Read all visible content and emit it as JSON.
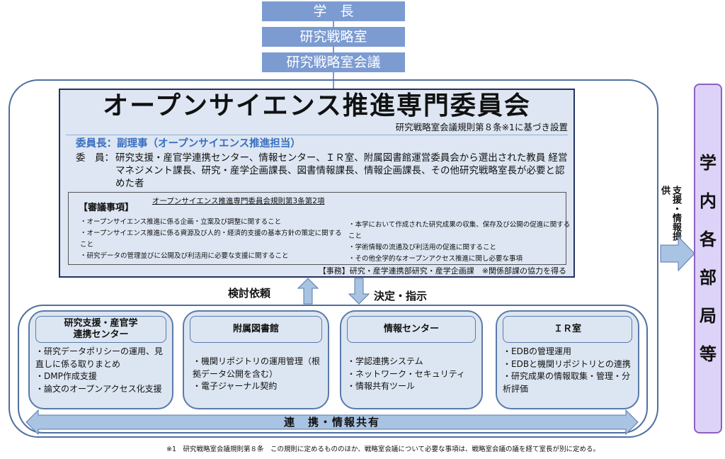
{
  "hierarchy": [
    "学　長",
    "研究戦略室",
    "研究戦略室会議"
  ],
  "committee": {
    "title": "オープンサイエンス推進専門委員会",
    "subtitle": "研究戦略室会議規則第８条※1に基づき設置",
    "chair": "委員長：副理事（オープンサイエンス推進担当）",
    "members_label": "委　員：",
    "members_text": "研究支援・産官学連携センター、情報センター、ＩＲ室、附属図書館運営委員会から選出された教員 経営マネジメント課長、研究・産学企画課長、図書情報課長、情報企画課長、その他研究戦略室長が必要と認めた者",
    "deliberation_heading": "【審議事項】",
    "deliberation_rule": "オープンサイエンス推進専門委員会規則第3条第2項",
    "items_left": [
      "・オープンサイエンス推進に係る企画・立案及び調整に関すること",
      "・オープンサイエンス推進に係る資源及び人的・経済的支援の基本方針の策定に関すること",
      "・研究データの管理並びに公開及び利活用に必要な支援に関すること"
    ],
    "items_right": [
      "・本学において作成された研究成果の収集、保存及び公開の促進に関すること",
      "・学術情報の流通及び利活用の促進に関すること",
      "・その他全学的なオープンアクセス推進に関し必要な事項"
    ],
    "office": "【事務】研究・産学連携部研究・産学企画課　※関係部課の協力を得る"
  },
  "arrows": {
    "up_label": "検討依頼",
    "down_label": "決定・指示",
    "share_label": "連　携・情報共有",
    "support_label": "支援・情報提供"
  },
  "units": [
    {
      "name": "研究支援・産官学\n連携センター",
      "items": [
        "・研究データポリシーの運用、見直しに係る取りまとめ",
        "・DMP作成支援",
        "・論文のオープンアクセス化支援"
      ]
    },
    {
      "name": "附属図書館",
      "items": [
        "・機関リポジトリの運用管理（根拠データ公開を含む）",
        "・電子ジャーナル契約"
      ]
    },
    {
      "name": "情報センター",
      "items": [
        "・学認連携システム",
        "・ネットワーク・セキュリティ",
        "・情報共有ツール"
      ]
    },
    {
      "name": "ＩＲ室",
      "items": [
        "・EDBの管理運用",
        "・EDBと機関リポジトリとの連携",
        "・研究成果の情報取集・管理・分析評価"
      ]
    }
  ],
  "campus_units": [
    "学",
    "内",
    "各",
    "部",
    "局",
    "等"
  ],
  "footnote": "※1　研究戦略室会議規則第８条　この規則に定めるもののほか、戦略室会議について必要な事項は、戦略室会議の議を経て室長が別に定める。",
  "colors": {
    "top": "#7b9bd1",
    "committee_border": "#23325f",
    "panel": "#dde6f2",
    "campus": "#ddd3f8"
  }
}
